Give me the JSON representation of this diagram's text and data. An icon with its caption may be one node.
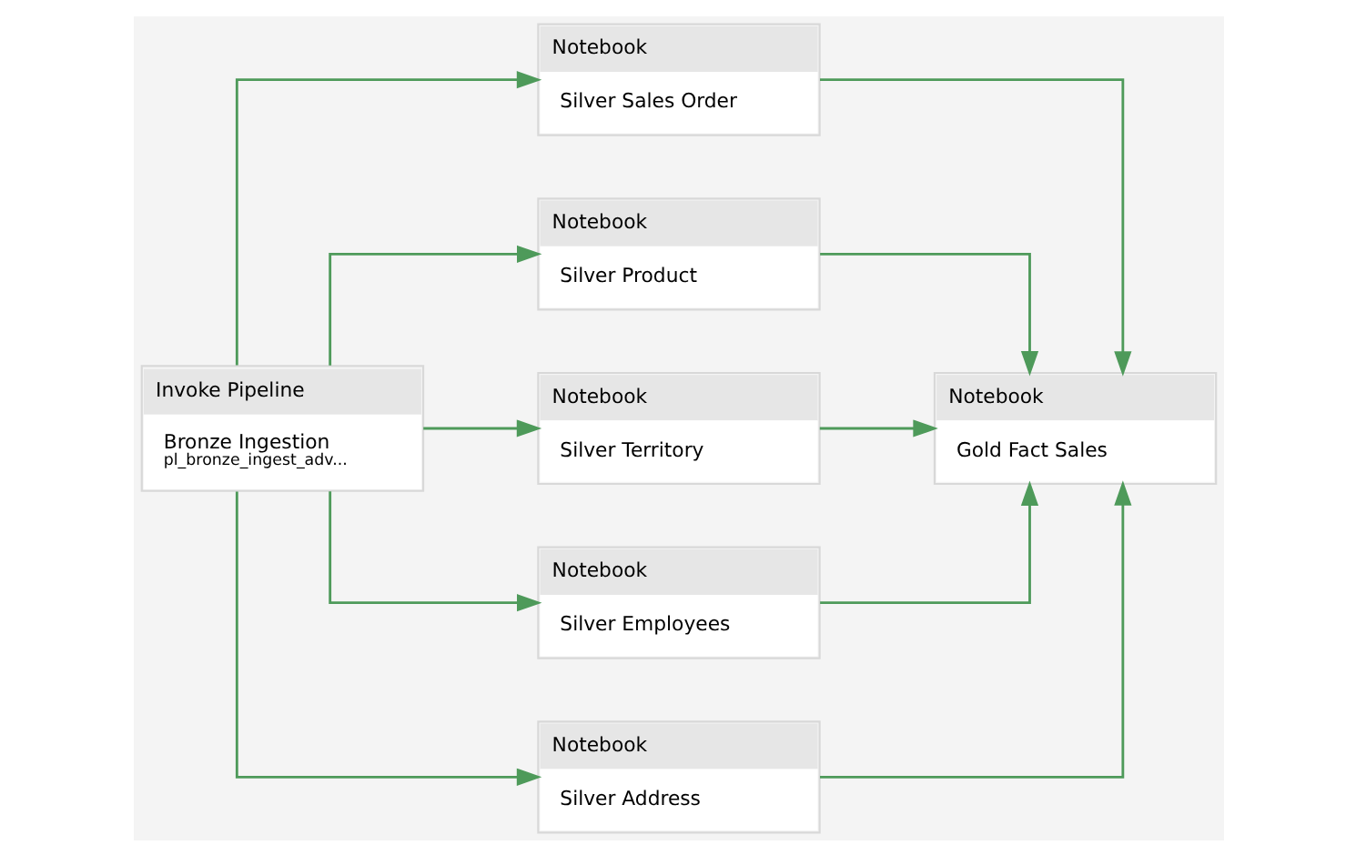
{
  "diagram": {
    "nodes": [
      {
        "text": [
          "Invoke Pipeline",
          "Bronze Ingestion",
          "pl_bronze_ingest_adv..."
        ]
      },
      {
        "text": [
          "Notebook",
          "Silver Sales Order"
        ]
      },
      {
        "text": [
          "Notebook",
          "Silver Product"
        ]
      },
      {
        "text": [
          "Notebook",
          "Silver Territory"
        ]
      },
      {
        "text": [
          "Notebook",
          "Silver Employees"
        ]
      },
      {
        "text": [
          "Notebook",
          "Silver Address"
        ]
      },
      {
        "text": [
          "Notebook",
          "Gold Fact Sales"
        ]
      }
    ],
    "edges": [
      {
        "from": 0,
        "to": 1,
        "arrow": "to"
      },
      {
        "from": 0,
        "to": 2,
        "arrow": "to"
      },
      {
        "from": 0,
        "to": 3,
        "arrow": "to"
      },
      {
        "from": 0,
        "to": 4,
        "arrow": "to"
      },
      {
        "from": 0,
        "to": 5,
        "arrow": "to"
      },
      {
        "from": 1,
        "to": 6,
        "arrow": "to"
      },
      {
        "from": 2,
        "to": 6,
        "arrow": "to"
      },
      {
        "from": 3,
        "to": 6,
        "arrow": "to"
      },
      {
        "from": 4,
        "to": 6,
        "arrow": "to"
      },
      {
        "from": 5,
        "to": 6,
        "arrow": "to"
      }
    ]
  }
}
